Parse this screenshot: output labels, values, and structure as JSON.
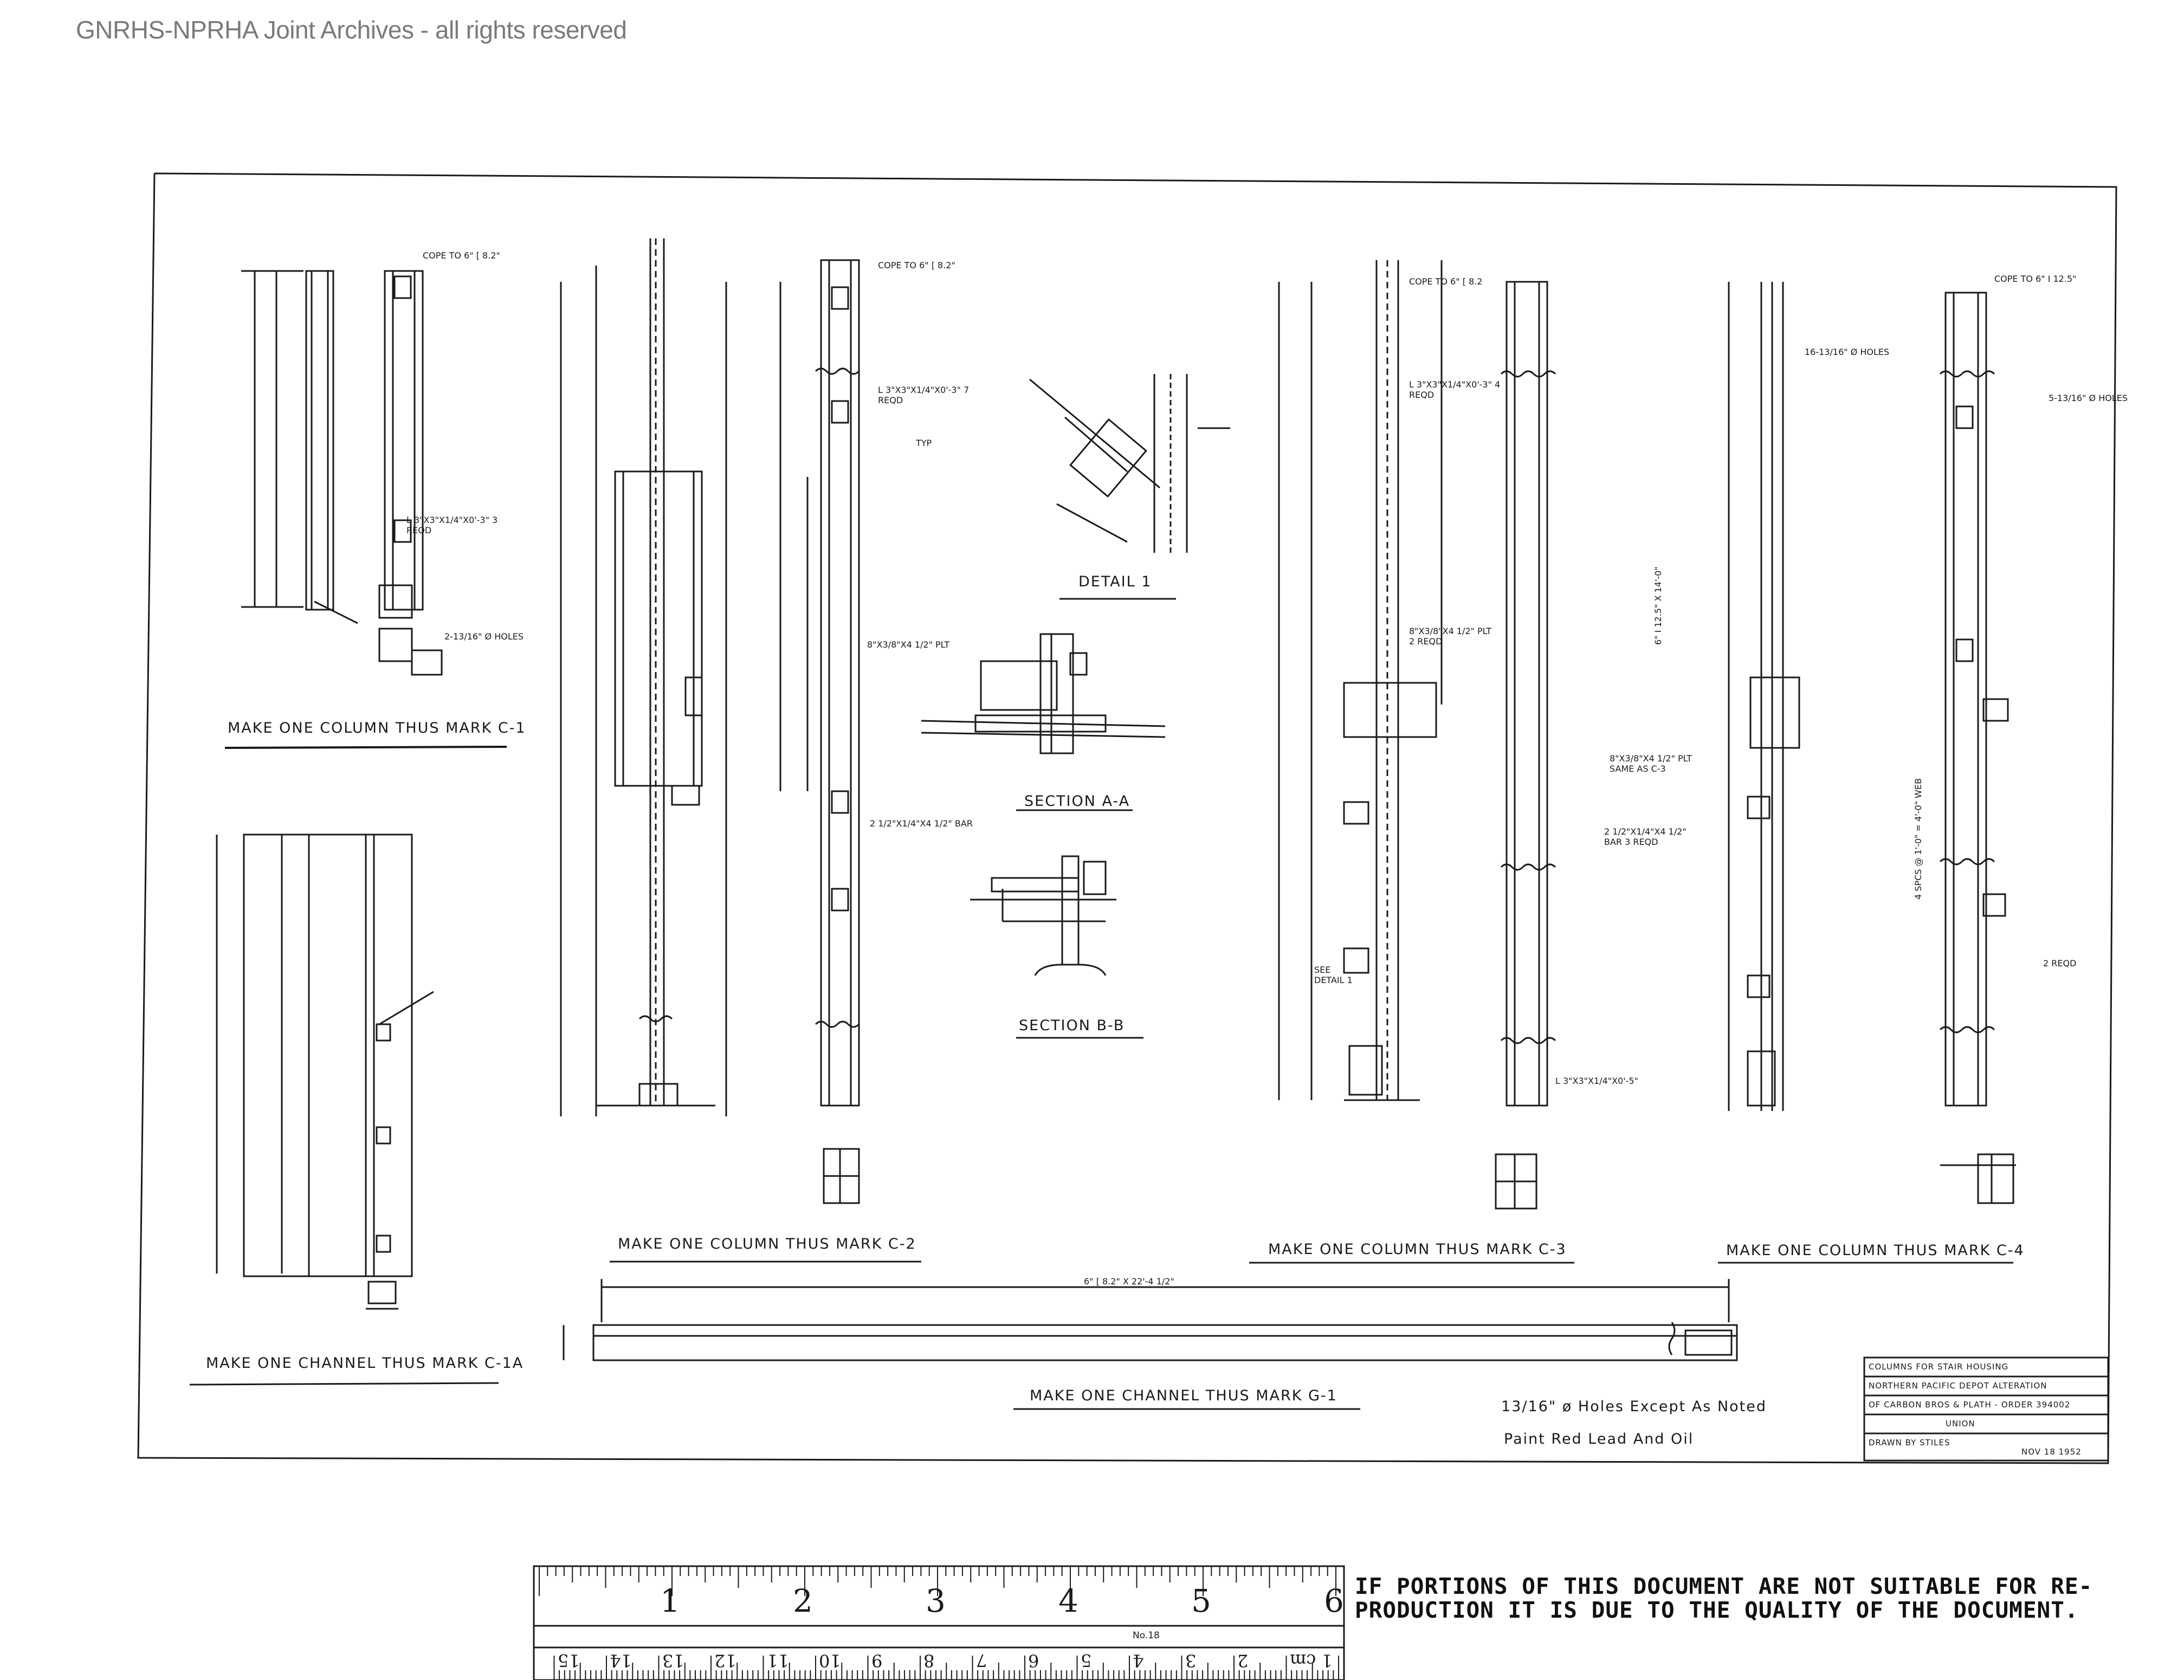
{
  "watermark": "GNRHS-NPRHA Joint Archives - all rights reserved",
  "drawing": {
    "captions": {
      "c1": "Make One Column Thus Mark C-1",
      "c1a": "Make One Channel Thus Mark C-1A",
      "c2": "Make One Column Thus Mark C-2",
      "c3": "Make One Column Thus Mark C-3",
      "c4": "Make One Column Thus Mark C-4",
      "g1": "Make One Channel Thus Mark G-1",
      "detail1": "Detail 1",
      "section_aa": "Section A-A",
      "section_bb": "Section B-B"
    },
    "notes": {
      "holes": "13/16\" ø Holes Except As Noted",
      "paint": "Paint Red Lead And Oil"
    },
    "callouts": {
      "cope_c1": "COPE TO 6\" [ 8.2\"",
      "cope_c2": "COPE TO 6\" [ 8.2\"",
      "cope_c3": "COPE TO 6\" [ 8.2",
      "cope_c4": "COPE TO 6\" I 12.5\"",
      "angle_3reqd": "L 3\"x3\"x1/4\"x0'-3\" 3 REQD",
      "angle_7reqd": "L 3\"x3\"x1/4\"x0'-3\" 7 REQD",
      "angle_4reqd": "L 3\"x3\"x1/4\"x0'-3\" 4 REQD",
      "holes_2": "2-13/16\" ø HOLES",
      "holes_5": "5-13/16\" ø HOLES",
      "holes_16": "16-13/16\" ø HOLES",
      "plate": "8\"x3/8\"x4 1/2\" PLT",
      "plate_2reqd": "8\"x3/8\"x4 1/2\" PLT 2 REQD",
      "bar": "2 1/2\"x1/4\"x4 1/2\" BAR",
      "bar_3reqd": "2 1/2\"x1/4\"x4 1/2\" BAR 3 REQD",
      "same_as": "8\"x3/8\"x4 1/2\" PLT SAME AS C-3",
      "typ": "TYP",
      "see_detail": "SEE DETAIL 1",
      "channel_len": "6\" [ 8.2\" x 22'-4 1/2\"",
      "beam_len": "6\" I 12.5\" x 14'-0\"",
      "angle_last": "L 3\"x3\"x1/4\"x0'-5\"",
      "web": "4 SPCS @ 1'-0\" = 4'-0\" WEB",
      "regd": "2 REQD"
    },
    "title_block": {
      "line1": "Columns For Stair Housing",
      "line2": "Northern Pacific Depot Alteration",
      "line3": "of Carbon Bros & Plath - Order 394002",
      "line4": "Union",
      "line5": "Drawn by Stiles",
      "line6": "Nov 18 1952"
    }
  },
  "ruler": {
    "inch_labels": [
      "1",
      "2",
      "3",
      "4",
      "5",
      "6"
    ],
    "cm_labels": [
      "1 cm",
      "2",
      "3",
      "4",
      "5",
      "6",
      "7",
      "8",
      "9",
      "10",
      "11",
      "12",
      "13",
      "14",
      "15"
    ],
    "maker": "No.18"
  },
  "disclaimer": {
    "line1": "IF PORTIONS OF THIS DOCUMENT ARE NOT SUITABLE FOR RE-",
    "line2": "PRODUCTION IT IS DUE TO THE QUALITY OF THE DOCUMENT."
  }
}
